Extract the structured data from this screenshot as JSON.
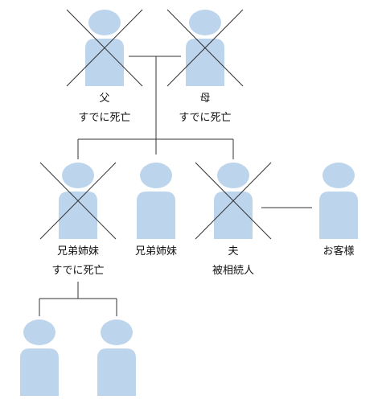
{
  "colors": {
    "figure": "#bcd4ec",
    "line": "#333333",
    "cross": "#333333"
  },
  "people": [
    {
      "id": "father",
      "name": "父",
      "note": "すでに死亡",
      "deceased": true
    },
    {
      "id": "mother",
      "name": "母",
      "note": "すでに死亡",
      "deceased": true
    },
    {
      "id": "sibling1",
      "name": "兄弟姉妹",
      "note": "すでに死亡",
      "deceased": true
    },
    {
      "id": "sibling2",
      "name": "兄弟姉妹",
      "note": "",
      "deceased": false
    },
    {
      "id": "husband",
      "name": "夫",
      "note": "被相続人",
      "deceased": true
    },
    {
      "id": "client",
      "name": "お客様",
      "note": "",
      "deceased": false
    },
    {
      "id": "nephew1",
      "name": "",
      "note": "",
      "deceased": false
    },
    {
      "id": "nephew2",
      "name": "",
      "note": "",
      "deceased": false
    }
  ]
}
